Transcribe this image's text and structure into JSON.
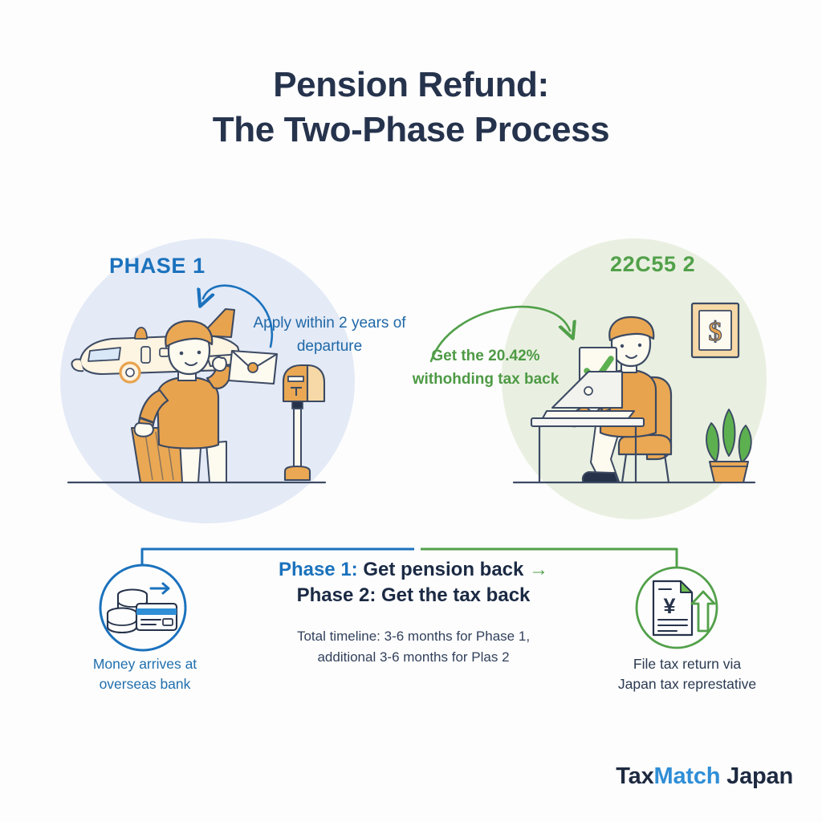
{
  "title": {
    "line1": "Pension Refund:",
    "line2": "The Two-Phase Process"
  },
  "phases": [
    {
      "tag": "PHASE 1",
      "tag_color": "#1b72bd",
      "callout": "Apply within 2 years of departure",
      "blob_color": "#e4eaf6",
      "scene": "traveler-mailing-application"
    },
    {
      "tag": "22C55 2",
      "tag_color": "#52a04a",
      "callout_pre": "Get the ",
      "callout_highlight": "20.42%",
      "callout_post": " withohding tax back",
      "blob_color": "#e9f0e1",
      "scene": "person-at-laptop-filing"
    }
  ],
  "summary": {
    "line1_label": "Phase 1:",
    "line1_text": " Get pension back",
    "line1_arrow": "→",
    "line2": "Phase 2: Get the tax back",
    "note_line1": "Total timeline: 3-6 months for Phase 1,",
    "note_line2": "additional 3-6 months for Plas 2"
  },
  "bottom_icons": [
    {
      "icon": "coins-credit-card-transfer-icon",
      "accent": "#1b72bd",
      "caption_line1": "Money arrives at",
      "caption_line2": "overseas bank"
    },
    {
      "icon": "yen-document-upload-icon",
      "accent": "#52a04a",
      "caption_line1": "File tax return via",
      "caption_line2": "Japan tax represtative"
    }
  ],
  "brand": {
    "part1": "Tax",
    "part2": "Match",
    "part3": " Japan"
  },
  "colors": {
    "navy": "#26334d",
    "blue": "#1b72bd",
    "green": "#52a04a",
    "orange": "#e8a34e",
    "background": "#fdfdfd"
  }
}
